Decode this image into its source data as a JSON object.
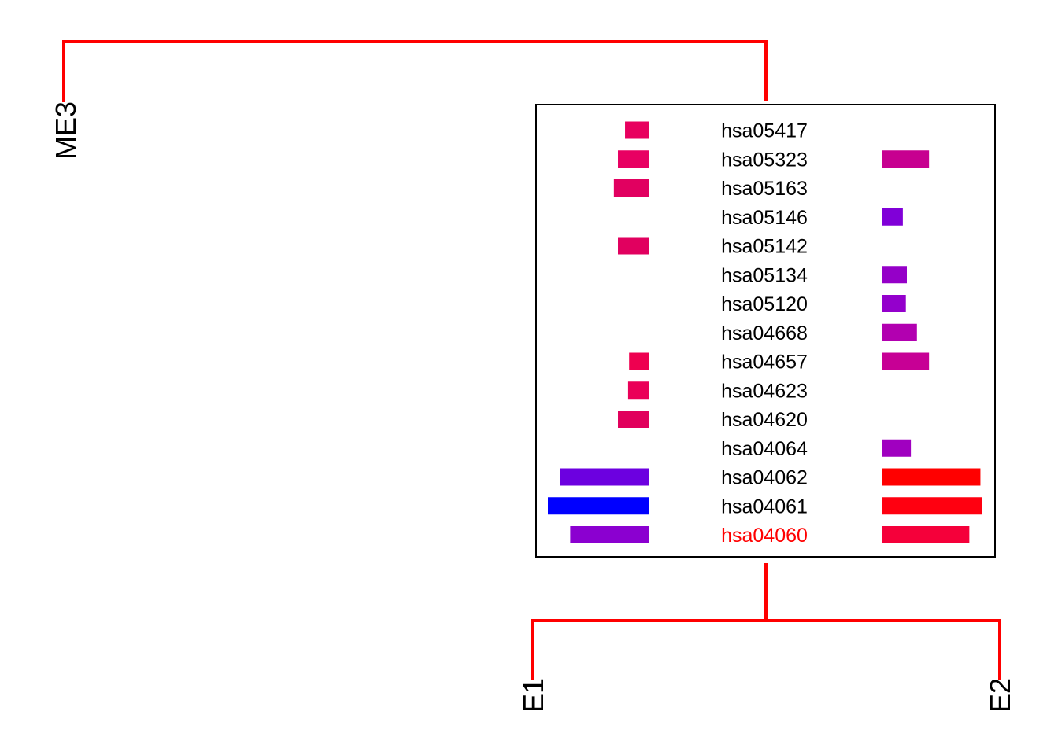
{
  "colors": {
    "tree_line": "#ff0000",
    "box_border": "#000000",
    "text": "#000000",
    "highlight_text": "#ff0000"
  },
  "tree": {
    "root_label": "ME3",
    "left_leaf_label": "E1",
    "right_leaf_label": "E2"
  },
  "chart_data": {
    "type": "bar",
    "categories": [
      "hsa05417",
      "hsa05323",
      "hsa05163",
      "hsa05146",
      "hsa05142",
      "hsa05134",
      "hsa05120",
      "hsa04668",
      "hsa04657",
      "hsa04623",
      "hsa04620",
      "hsa04064",
      "hsa04062",
      "hsa04061",
      "hsa04060"
    ],
    "highlighted": [
      "hsa04060"
    ],
    "series": [
      {
        "side": "left",
        "values": [
          0.24,
          0.31,
          0.35,
          0,
          0.31,
          0,
          0,
          0,
          0.2,
          0.21,
          0.31,
          0,
          0.88,
          1.0,
          0.78
        ],
        "colors": [
          "#e8005f",
          "#e80062",
          "#e10060",
          "",
          "#e1005f",
          "",
          "",
          "",
          "#ee0050",
          "#ea0058",
          "#e1005c",
          "",
          "#6c00e0",
          "#0000ff",
          "#8b00d0"
        ]
      },
      {
        "side": "right",
        "values": [
          0,
          0.47,
          0,
          0.21,
          0,
          0.25,
          0.24,
          0.35,
          0.47,
          0,
          0,
          0.29,
          0.98,
          1.0,
          0.87
        ],
        "colors": [
          "",
          "#c70090",
          "",
          "#8000d8",
          "",
          "#9500c8",
          "#9400cc",
          "#b200b0",
          "#c70095",
          "",
          "",
          "#a000c0",
          "#ff0000",
          "#ff0010",
          "#f5003a"
        ]
      }
    ]
  }
}
